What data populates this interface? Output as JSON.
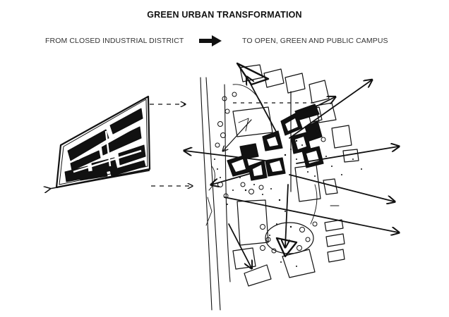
{
  "title": "GREEN URBAN TRANSFORMATION",
  "from_label": "FROM CLOSED INDUSTRIAL DISTRICT",
  "to_label": "TO OPEN, GREEN AND PUBLIC CAMPUS",
  "icons": {
    "transition_arrow": "right-arrow-icon"
  },
  "colors": {
    "ink": "#111111",
    "text": "#333333",
    "background": "#ffffff"
  }
}
